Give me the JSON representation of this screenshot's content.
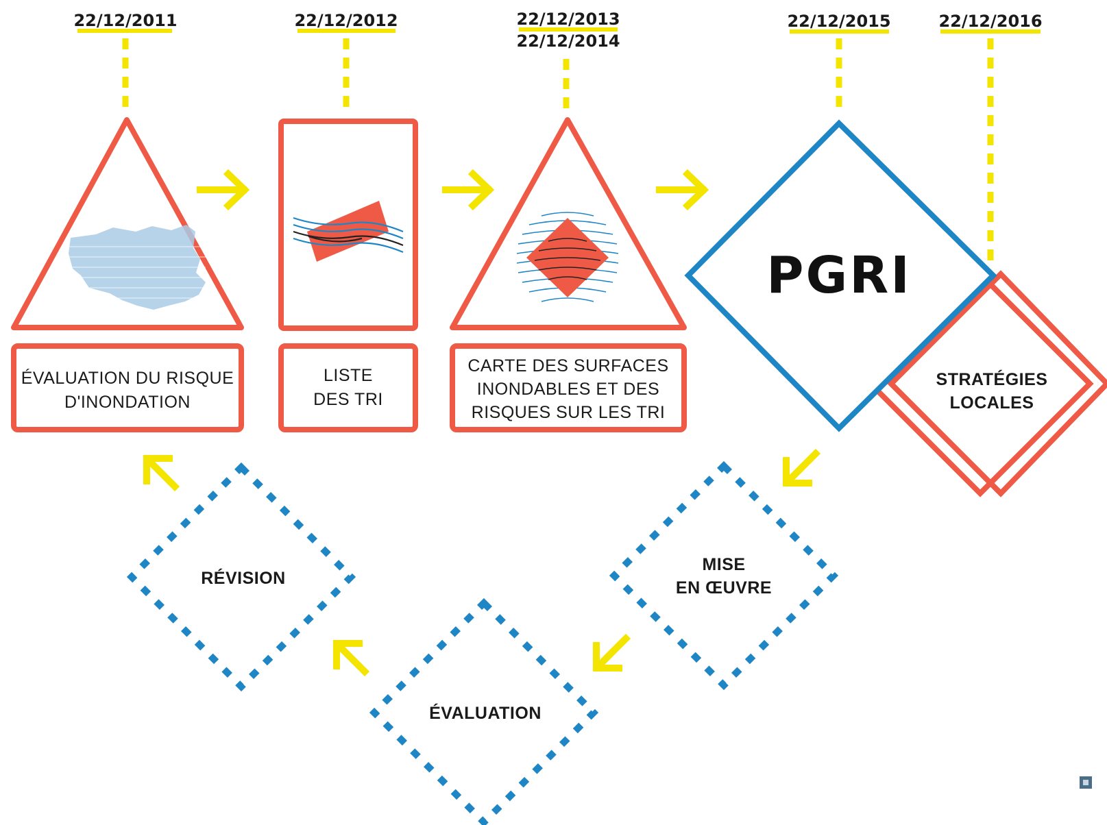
{
  "colors": {
    "red": "#ee5a45",
    "blue": "#1f86c6",
    "yellow": "#f3e500",
    "light_blue": "#a9cbe6",
    "text": "#1a1a1a"
  },
  "dates": {
    "d2011": "22/12/2011",
    "d2012": "22/12/2012",
    "d2013": "22/12/2013",
    "d2014": "22/12/2014",
    "d2015": "22/12/2015",
    "d2016": "22/12/2016"
  },
  "steps": {
    "evaluation_risque": [
      "ÉVALUATION DU RISQUE",
      "D'INONDATION"
    ],
    "liste_tri": [
      "LISTE",
      "DES TRI"
    ],
    "carte": [
      "CARTE DES SURFACES",
      "INONDABLES ET DES",
      "RISQUES SUR LES TRI"
    ],
    "pgri": "PGRI",
    "strategies": [
      "STRATÉGIES",
      "LOCALES"
    ]
  },
  "cycle": {
    "mise_en_oeuvre": [
      "MISE",
      "EN ŒUVRE"
    ],
    "evaluation": "ÉVALUATION",
    "revision": "RÉVISION"
  },
  "icons": [
    "basin-map-icon",
    "tri-list-icon",
    "flood-map-icon",
    "arrow-icon"
  ]
}
